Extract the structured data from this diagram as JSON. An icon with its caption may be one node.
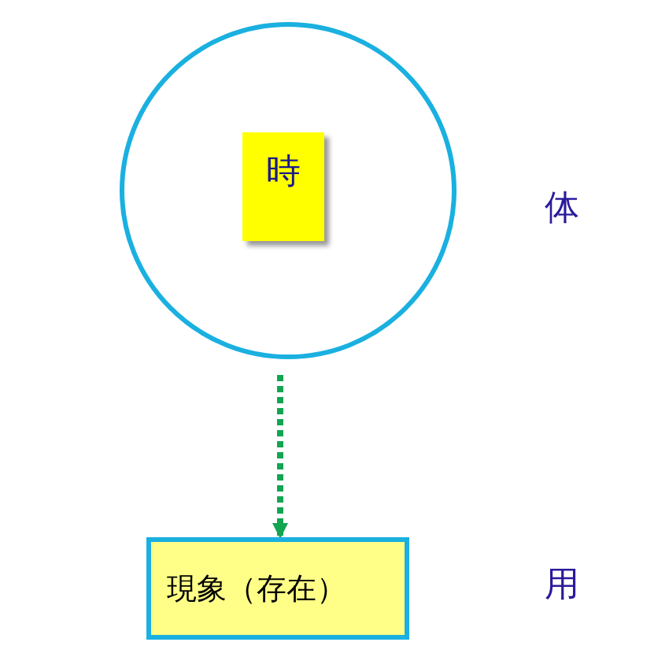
{
  "diagram": {
    "nodes": [
      {
        "text": [],
        "shape": "circle"
      },
      {
        "text": [
          "時"
        ],
        "in": 0
      },
      {
        "text": [
          "現象（存在）"
        ]
      }
    ],
    "edges": [
      {
        "from": 0,
        "to": 2,
        "arrow": "to",
        "style": "dashed",
        "color": "#12a552"
      }
    ],
    "labels": [
      "体",
      "用"
    ]
  }
}
